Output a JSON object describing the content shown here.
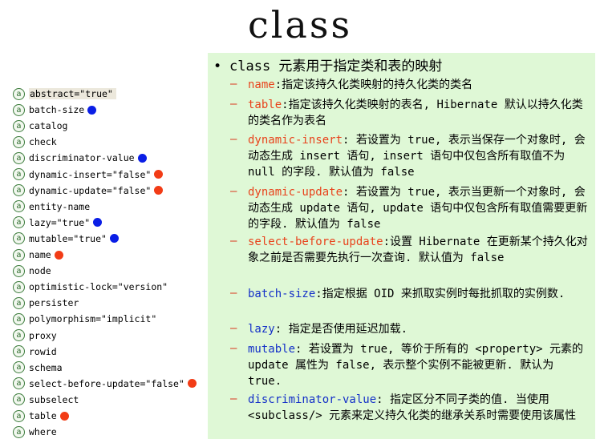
{
  "title": "class",
  "attributes": [
    {
      "text": "abstract=\"true\"",
      "dot": "",
      "highlight": true
    },
    {
      "text": "batch-size",
      "dot": "blue"
    },
    {
      "text": "catalog",
      "dot": ""
    },
    {
      "text": "check",
      "dot": ""
    },
    {
      "text": "discriminator-value",
      "dot": "blue"
    },
    {
      "text": "dynamic-insert=\"false\"",
      "dot": "red"
    },
    {
      "text": "dynamic-update=\"false\"",
      "dot": "red"
    },
    {
      "text": "entity-name",
      "dot": ""
    },
    {
      "text": "lazy=\"true\"",
      "dot": "blue"
    },
    {
      "text": "mutable=\"true\"",
      "dot": "blue"
    },
    {
      "text": "name",
      "dot": "red"
    },
    {
      "text": "node",
      "dot": ""
    },
    {
      "text": "optimistic-lock=\"version\"",
      "dot": ""
    },
    {
      "text": "persister",
      "dot": ""
    },
    {
      "text": "polymorphism=\"implicit\"",
      "dot": ""
    },
    {
      "text": "proxy",
      "dot": ""
    },
    {
      "text": "rowid",
      "dot": ""
    },
    {
      "text": "schema",
      "dot": ""
    },
    {
      "text": "select-before-update=\"false\"",
      "dot": "red"
    },
    {
      "text": "subselect",
      "dot": ""
    },
    {
      "text": "table",
      "dot": "red"
    },
    {
      "text": "where",
      "dot": ""
    }
  ],
  "icon_glyph": "a",
  "colors": {
    "red": "#f23c16",
    "blue": "#0a1ee6",
    "panel": "#dff8d6"
  },
  "panel": {
    "bullet": "•",
    "heading": "class 元素用于指定类和表的映射",
    "dash": "–",
    "items": [
      {
        "key": "name",
        "color": "red",
        "desc": ":指定该持久化类映射的持久化类的类名"
      },
      {
        "key": "table",
        "color": "red",
        "desc": ":指定该持久化类映射的表名, Hibernate 默认以持久化类的类名作为表名"
      },
      {
        "key": "dynamic-insert",
        "color": "red",
        "desc": ": 若设置为 true, 表示当保存一个对象时, 会动态生成 insert 语句, insert 语句中仅包含所有取值不为 null 的字段. 默认值为 false"
      },
      {
        "key": "dynamic-update",
        "color": "red",
        "desc": ": 若设置为 true, 表示当更新一个对象时, 会动态生成 update 语句, update 语句中仅包含所有取值需要更新的字段. 默认值为 false"
      },
      {
        "key": "select-before-update",
        "color": "red",
        "desc": ":设置 Hibernate 在更新某个持久化对象之前是否需要先执行一次查询. 默认值为 false"
      },
      {
        "key": "batch-size",
        "color": "blue",
        "desc": ":指定根据 OID 来抓取实例时每批抓取的实例数."
      },
      {
        "key": "lazy",
        "color": "blue",
        "desc": ": 指定是否使用延迟加载."
      },
      {
        "key": "mutable",
        "color": "blue",
        "desc": ": 若设置为 true, 等价于所有的 <property> 元素的 update 属性为 false, 表示整个实例不能被更新. 默认为 true."
      },
      {
        "key": "discriminator-value",
        "color": "blue",
        "desc": ": 指定区分不同子类的值. 当使用 <subclass/> 元素来定义持久化类的继承关系时需要使用该属性"
      }
    ]
  }
}
